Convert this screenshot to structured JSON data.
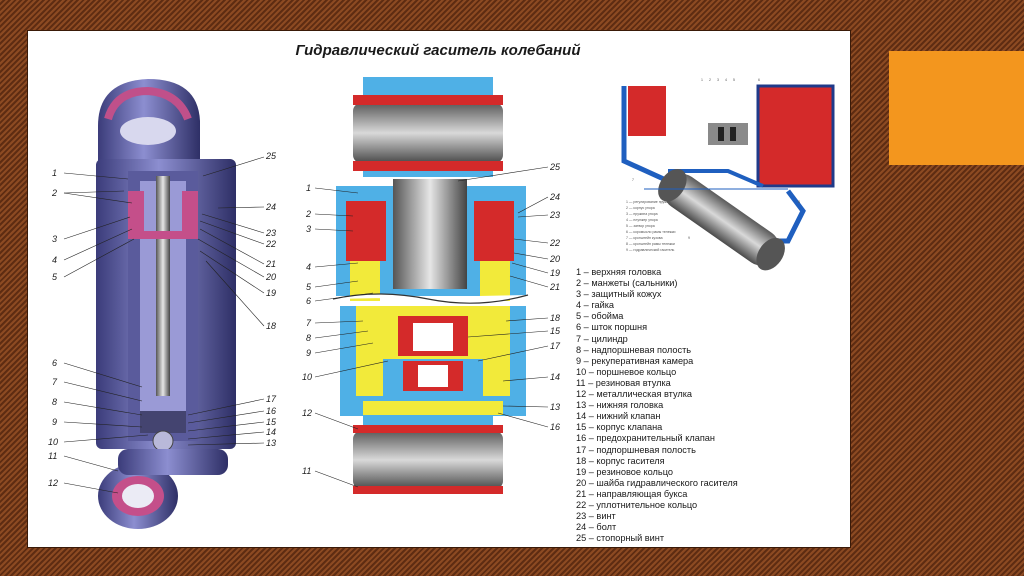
{
  "title": "Гидравлический гаситель колебаний",
  "colors": {
    "frame_stripe_light": "#8c4a22",
    "frame_stripe_dark": "#5e2c12",
    "accent": "#f3961e",
    "body_violet": "#6e6fb3",
    "seal_red": "#d42a2a",
    "fluid_blue": "#4fb0e6",
    "valve_yellow": "#f2ea3a"
  },
  "left_callouts": [
    "1",
    "2",
    "3",
    "4",
    "5",
    "6",
    "7",
    "8",
    "9",
    "10",
    "11",
    "12",
    "25",
    "24",
    "23",
    "22",
    "21",
    "20",
    "19",
    "18",
    "17",
    "16",
    "15",
    "14",
    "13"
  ],
  "center_callouts_left": [
    "1",
    "2",
    "3",
    "4",
    "5",
    "6",
    "7",
    "8",
    "9",
    "10",
    "12",
    "11"
  ],
  "center_callouts_right": [
    "25",
    "24",
    "23",
    "22",
    "20",
    "19",
    "21",
    "18",
    "15",
    "17",
    "14",
    "13",
    "16"
  ],
  "inset_callouts": [
    "1",
    "2",
    "3",
    "4",
    "5",
    "6",
    "7",
    "8",
    "9"
  ],
  "inset_legend": [
    "1 — регулирование пружин",
    "2 — корпус упора",
    "3 — пружина упора",
    "4 — плунжер упора",
    "5 — затвор упора",
    "6 — коромысло рамы тележки",
    "7 — кронштейн кузова",
    "8 — кронштейн рамы тележки",
    "9 — гидравлический гаситель"
  ],
  "legend": [
    "1 – верхняя головка",
    "2 – манжеты (сальники)",
    "3 – защитный кожух",
    "4 – гайка",
    "5 – обойма",
    "6 – шток поршня",
    "7 – цилиндр",
    "8 – надпоршневая полость",
    "9 – рекуперативная камера",
    "10 – поршневое кольцо",
    "11 – резиновая втулка",
    "12 – металлическая втулка",
    "13 – нижняя головка",
    "14 – нижний клапан",
    "15 – корпус клапана",
    "16 – предохранительный клапан",
    "17 – подпоршневая полость",
    "18 – корпус гасителя",
    "19 – резиновое кольцо",
    "20 – шайба гидравлического гасителя",
    "21 – направляющая букса",
    "22 – уплотнительное кольцо",
    "23 – винт",
    "24 – болт",
    "25 – стопорный винт"
  ]
}
